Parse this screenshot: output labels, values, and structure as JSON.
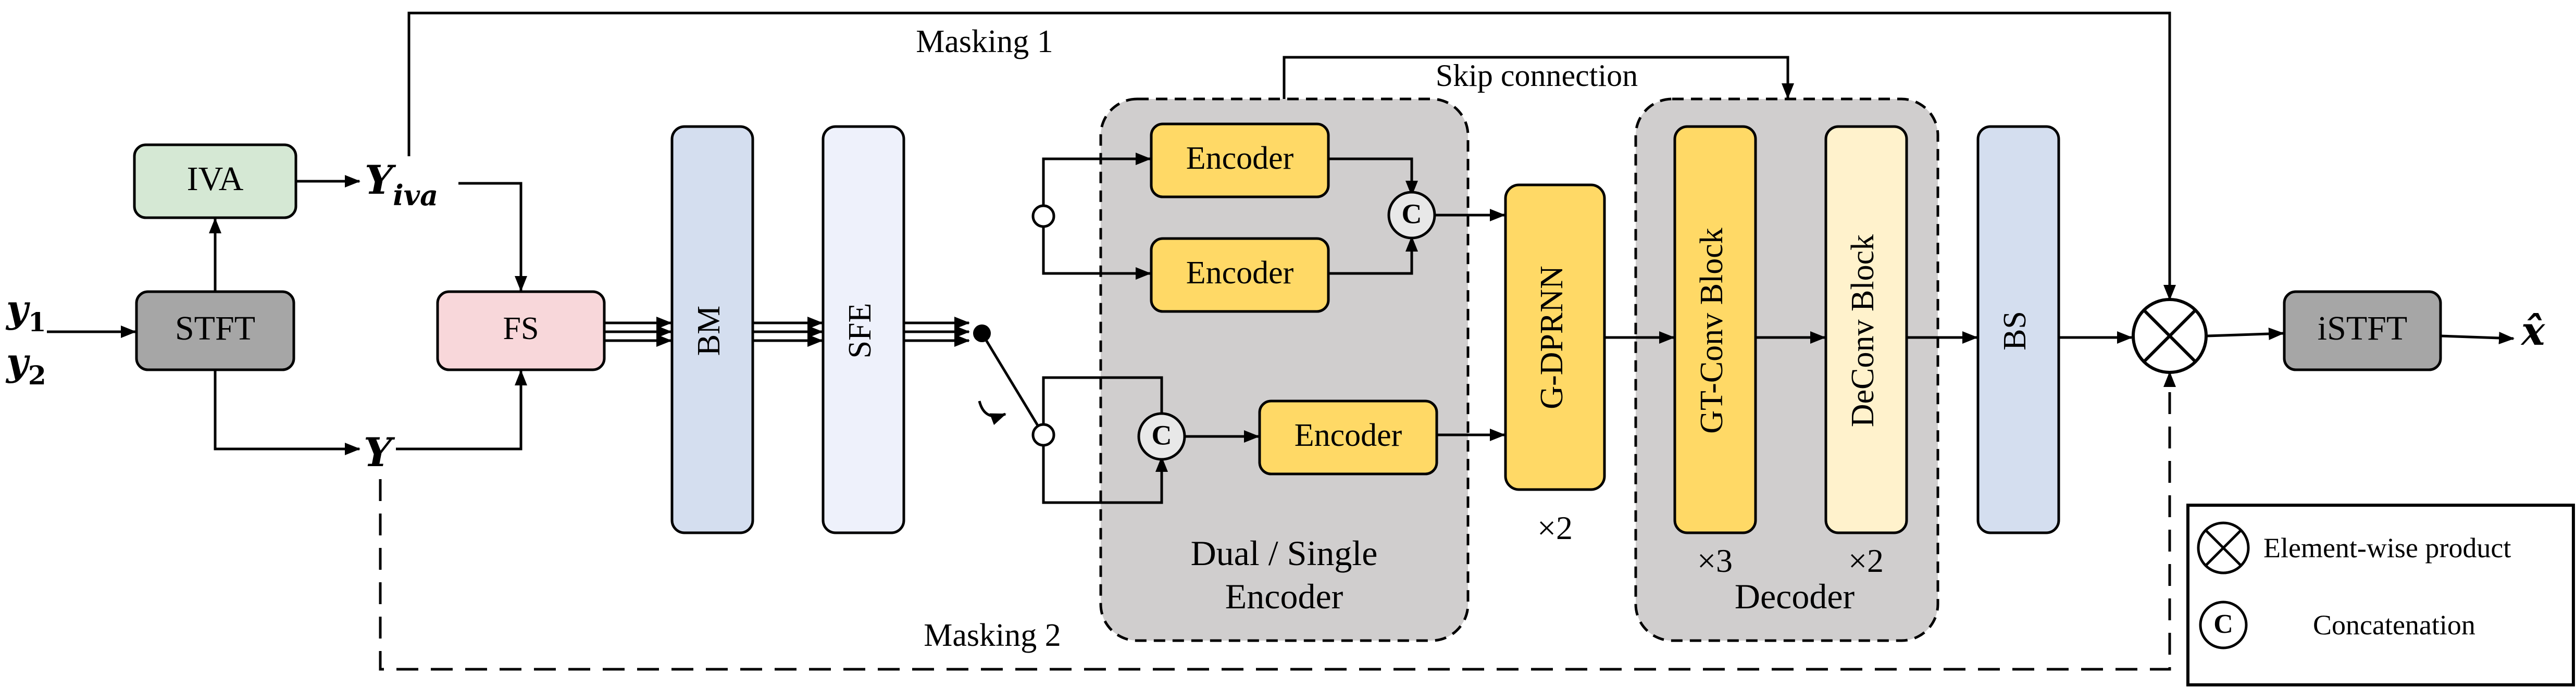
{
  "inputs": {
    "y1_base": "y",
    "y1_sub": "1",
    "y2_base": "y",
    "y2_sub": "2"
  },
  "blocks": {
    "stft": "STFT",
    "iva": "IVA",
    "fs": "FS",
    "bm": "BM",
    "sfe": "SFE",
    "encoder": "Encoder",
    "gdprnn": "G-DPRNN",
    "gtconv": "GT-Conv Block",
    "deconv": "DeConv Block",
    "bs": "BS",
    "istft": "iSTFT"
  },
  "signals": {
    "y_iva_base": "Y",
    "y_iva_sub": "iva",
    "y": "Y",
    "output": "x̂"
  },
  "labels": {
    "masking1": "Masking 1",
    "masking2": "Masking 2",
    "skip": "Skip connection",
    "encoder_group_line1": "Dual / Single",
    "encoder_group_line2": "Encoder",
    "decoder_group": "Decoder",
    "repeat_gdprnn": "×2",
    "repeat_gtconv": "×3",
    "repeat_deconv": "×2",
    "concat_symbol": "C"
  },
  "legend": {
    "product": "Element-wise product",
    "concat": "Concatenation"
  },
  "colors": {
    "stft": "#a6a6a6",
    "istft": "#a6a6a6",
    "iva": "#d5e8d4",
    "fs": "#f8d7da",
    "bm": "#d4deef",
    "bs": "#d4deef",
    "sfe": "#eef1fb",
    "encoder": "#ffd966",
    "gdprnn": "#ffd966",
    "gtconv": "#ffd966",
    "deconv": "#fff2cc",
    "group_bg": "#d0cece"
  }
}
